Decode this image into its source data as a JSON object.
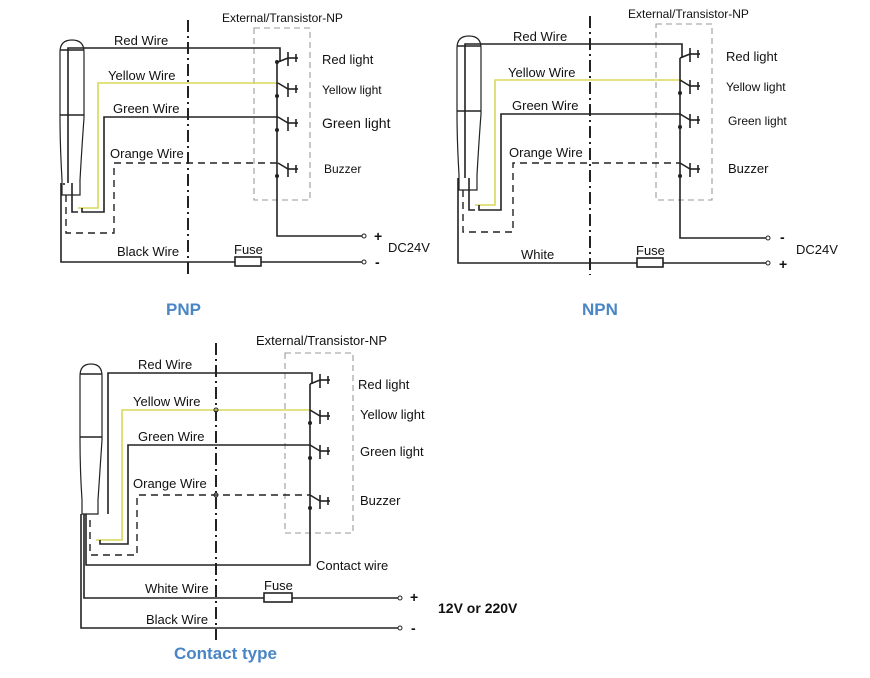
{
  "pnp": {
    "caption": "PNP",
    "box_title": "External/Transistor-NP",
    "wires": {
      "red": "Red Wire",
      "yellow": "Yellow Wire",
      "green": "Green Wire",
      "orange": "Orange Wire",
      "black": "Black Wire"
    },
    "outputs": {
      "red": "Red light",
      "yellow": "Yellow light",
      "green": "Green light",
      "buzzer": "Buzzer"
    },
    "fuse": "Fuse",
    "plus": "+",
    "minus": "-",
    "voltage": "DC24V"
  },
  "npn": {
    "caption": "NPN",
    "box_title": "External/Transistor-NP",
    "wires": {
      "red": "Red Wire",
      "yellow": "Yellow Wire",
      "green": "Green Wire",
      "orange": "Orange Wire",
      "white": "White"
    },
    "outputs": {
      "red": "Red light",
      "yellow": "Yellow light",
      "green": "Green light",
      "buzzer": "Buzzer"
    },
    "fuse": "Fuse",
    "plus": "+",
    "minus": "-",
    "voltage": "DC24V"
  },
  "contact": {
    "caption": "Contact type",
    "box_title": "External/Transistor-NP",
    "wires": {
      "red": "Red Wire",
      "yellow": "Yellow Wire",
      "green": "Green Wire",
      "orange": "Orange Wire",
      "contact": "Contact wire",
      "white": "White  Wire",
      "black": "Black  Wire"
    },
    "outputs": {
      "red": "Red light",
      "yellow": "Yellow light",
      "green": "Green light",
      "buzzer": "Buzzer"
    },
    "fuse": "Fuse",
    "plus": "+",
    "minus": "-",
    "voltage": "12V or 220V"
  },
  "colors": {
    "wire": "#222222",
    "yellow_wire": "#d9d95a",
    "caption": "#4a86c5",
    "box": "#9a9a9a"
  }
}
